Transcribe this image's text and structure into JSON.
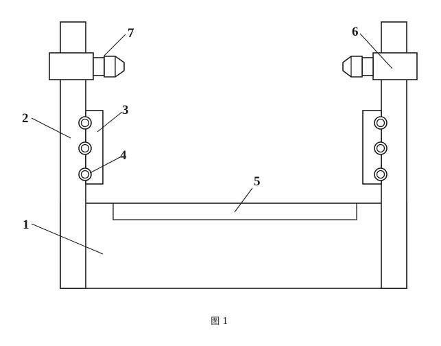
{
  "labels": {
    "base": "1",
    "post": "2",
    "plate": "3",
    "bolt": "4",
    "slot": "5",
    "clamp_block": "6",
    "nozzle": "7"
  },
  "caption": "图 1",
  "colors": {
    "line": "#1a1a1a",
    "background": "#ffffff"
  }
}
